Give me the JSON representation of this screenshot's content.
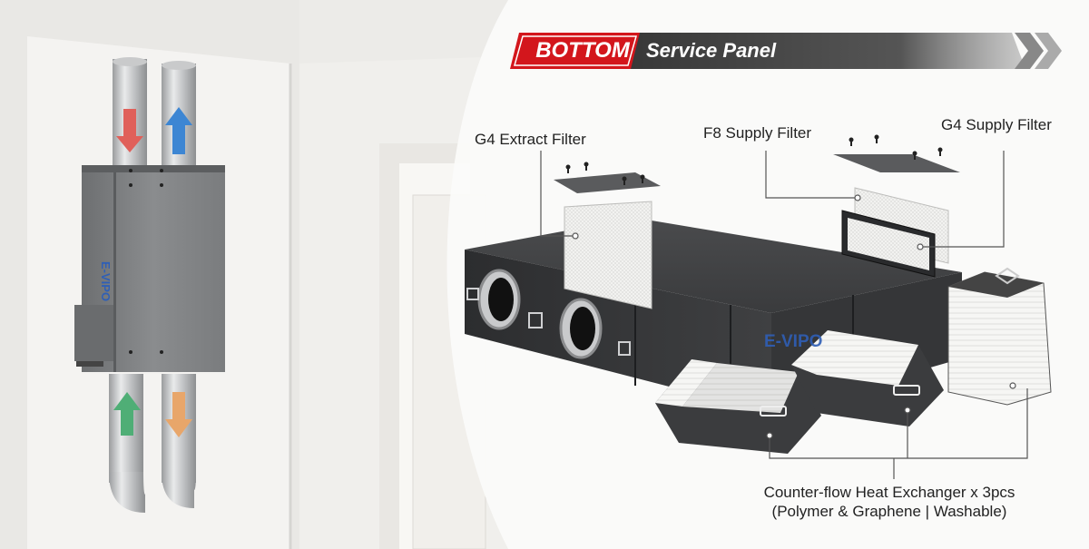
{
  "banner": {
    "highlight": "BOTTOM",
    "title": "Service Panel"
  },
  "labels": {
    "g4_extract": "G4 Extract Filter",
    "f8_supply": "F8 Supply Filter",
    "g4_supply": "G4 Supply Filter",
    "heat_exchanger_line1": "Counter-flow Heat Exchanger x 3pcs",
    "heat_exchanger_line2": "(Polymer & Graphene | Washable)"
  },
  "brand": {
    "logo_wall_unit": "E-VIPO",
    "logo_open_unit": "E-VIPO"
  },
  "colors": {
    "accent_red": "#d3161c",
    "banner_dark": "#3c3c3c",
    "arrow_down_red": "#e0605a",
    "arrow_up_blue": "#3d86d3",
    "arrow_up_green": "#4fae76",
    "arrow_down_orange": "#e8a66a",
    "logo_blue": "#2f5fb6"
  }
}
